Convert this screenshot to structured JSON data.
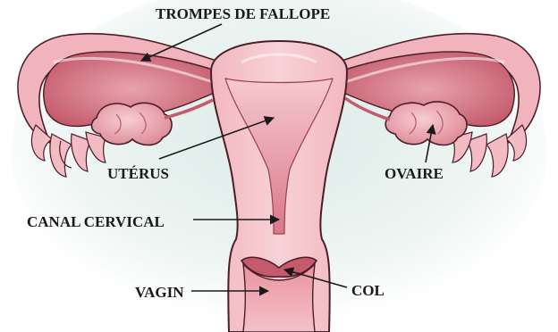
{
  "labels": {
    "trompes": "TROMPES DE FALLOPE",
    "uterus": "UTÉRUS",
    "ovaire": "OVAIRE",
    "canal": "CANAL CERVICAL",
    "col": "COL",
    "vagin": "VAGIN"
  },
  "colors": {
    "background_glow": "#dcebe8",
    "tissue_light": "#f5c6cc",
    "tissue_mid": "#e9949f",
    "tissue_dark": "#c45a6c",
    "outline": "#4a1e28",
    "arrow": "#1a1a1a"
  }
}
